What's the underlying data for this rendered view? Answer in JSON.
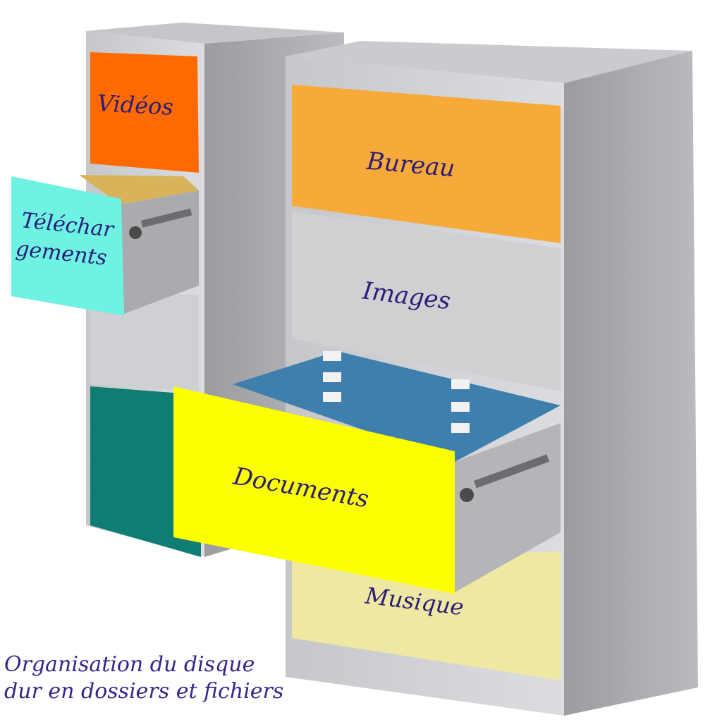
{
  "folders": {
    "videos": "Vidéos",
    "telechargements_line1": "Téléchar",
    "telechargements_line2": "gements",
    "bureau": "Bureau",
    "images": "Images",
    "documents": "Documents",
    "musique": "Musique"
  },
  "caption": {
    "line1": "Organisation du disque",
    "line2": "dur en dossiers et fichiers"
  },
  "colors": {
    "videos": "#ff6a00",
    "telechargements": "#6ef2e2",
    "bureau": "#f7a93a",
    "images": "#d0d0d3",
    "documents": "#fbff00",
    "musique": "#efe8a2",
    "unlabeled_drawer": "#0f7d73",
    "label_text": "#2b1d78"
  }
}
